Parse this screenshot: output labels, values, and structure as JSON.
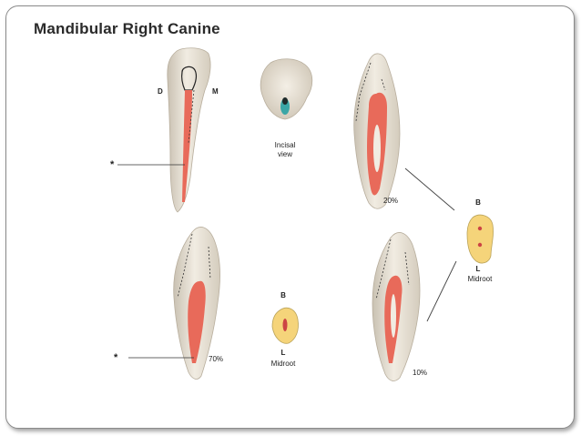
{
  "title": "Mandibular Right Canine",
  "labels": {
    "distal": "D",
    "mesial": "M",
    "asterisk": "*",
    "incisal_line1": "Incisal",
    "incisal_line2": "view",
    "buccal": "B",
    "lingual": "L",
    "midroot": "Midroot"
  },
  "percentages": {
    "upper_right": "20%",
    "lower_left": "70%",
    "lower_right": "10%"
  },
  "colors": {
    "tooth": "#e7e0d3",
    "pulp": "#e86a5a",
    "root_section": "#f5d47a",
    "occlusal_pit": "#3aa6a6"
  }
}
